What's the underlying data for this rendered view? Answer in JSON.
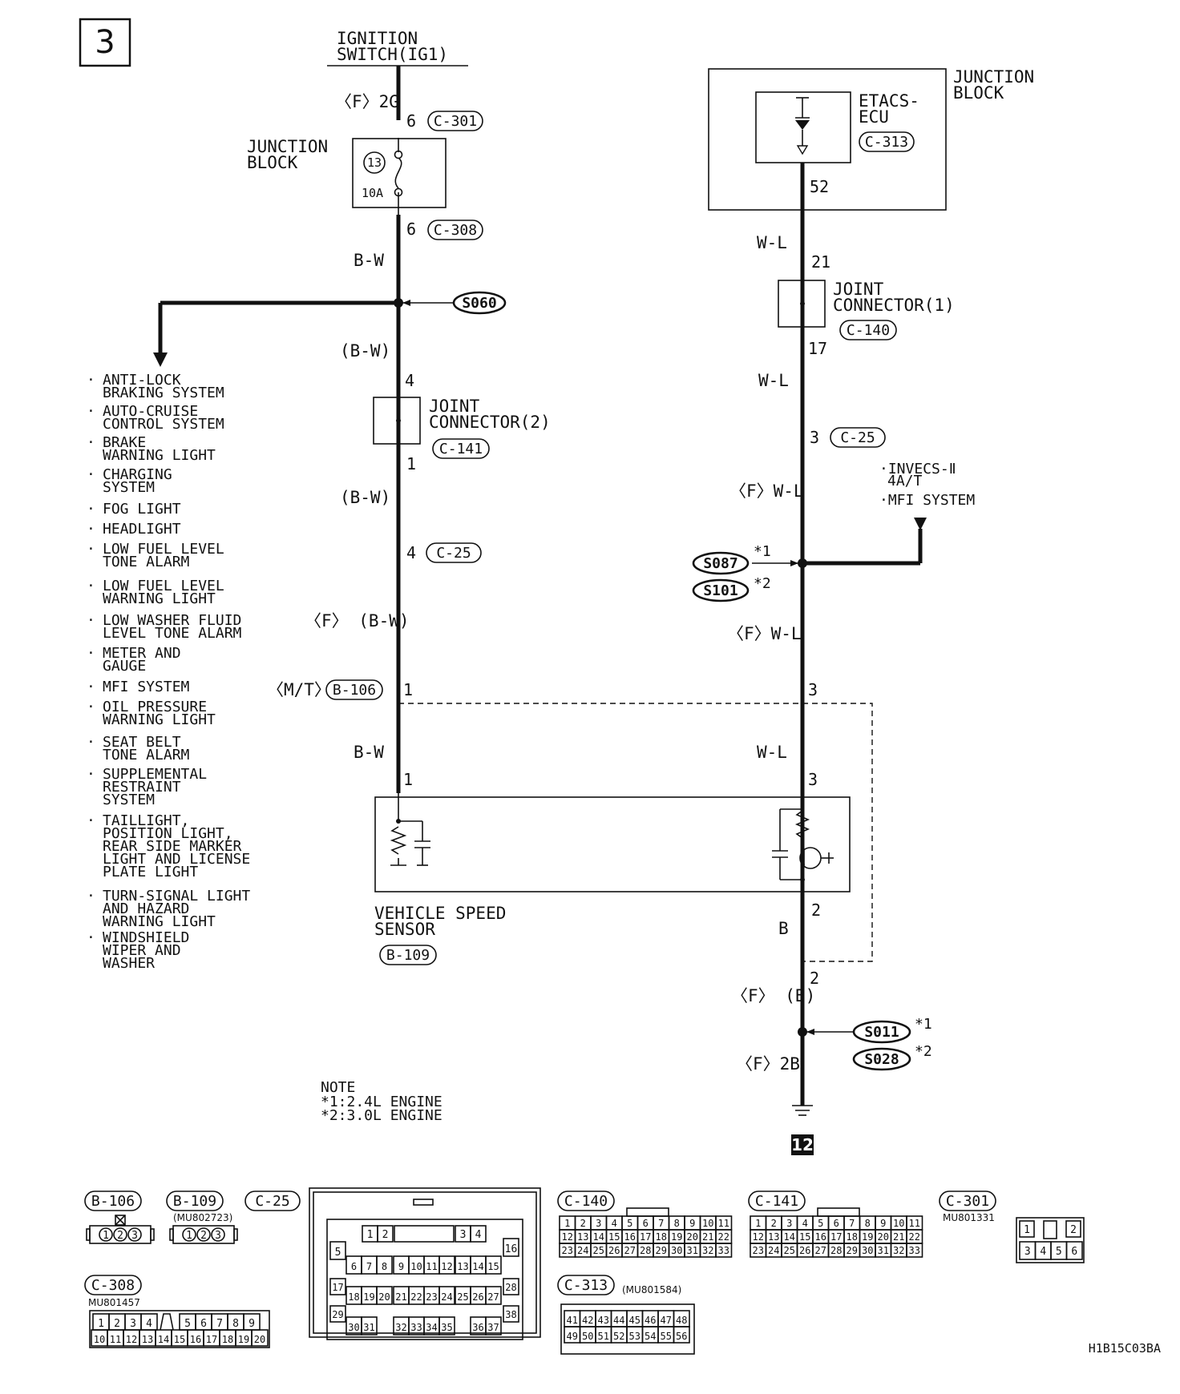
{
  "page_label": "3",
  "ignition_switch": [
    "IGNITION",
    "SWITCH(IG1)"
  ],
  "left_wire": {
    "f_2g": "〈F〉2G",
    "pin_6": "6",
    "conn_c301": "C-301",
    "junction_block": [
      "JUNCTION",
      "BLOCK"
    ],
    "fuse_number": "13",
    "fuse_rating": "10A",
    "pin_6b": "6",
    "conn_c308": "C-308",
    "bw": "B-W",
    "splice_s060": "S060",
    "bw_paren": "(B-W)",
    "pin_4": "4",
    "joint_connector_2": [
      "JOINT",
      "CONNECTOR(2)"
    ],
    "conn_c141": "C-141",
    "pin_1": "1",
    "bw_paren_2": "(B-W)",
    "pin_4b": "4",
    "conn_c25": "C-25",
    "f_bw": "〈F〉 (B-W)",
    "mt": "〈M/T〉",
    "conn_b106": "B-106",
    "pin_1b": "1",
    "bw_2": "B-W",
    "pin_1c": "1"
  },
  "systems_list": [
    [
      "ANTI-LOCK",
      "BRAKING SYSTEM"
    ],
    [
      "AUTO-CRUISE",
      "CONTROL SYSTEM"
    ],
    [
      "BRAKE",
      "WARNING LIGHT"
    ],
    [
      "CHARGING",
      "SYSTEM"
    ],
    [
      "FOG LIGHT"
    ],
    [
      "HEADLIGHT"
    ],
    [
      "LOW FUEL LEVEL",
      "TONE ALARM"
    ],
    [
      "LOW FUEL LEVEL",
      "WARNING LIGHT"
    ],
    [
      "LOW WASHER FLUID",
      "LEVEL TONE ALARM"
    ],
    [
      "METER AND",
      "GAUGE"
    ],
    [
      "MFI SYSTEM"
    ],
    [
      "OIL PRESSURE",
      "WARNING LIGHT"
    ],
    [
      "SEAT BELT",
      "TONE ALARM"
    ],
    [
      "SUPPLEMENTAL",
      "RESTRAINT",
      "SYSTEM"
    ],
    [
      "TAILLIGHT,",
      "POSITION LIGHT,",
      "REAR SIDE MARKER",
      "LIGHT AND LICENSE",
      "PLATE LIGHT"
    ],
    [
      "TURN-SIGNAL LIGHT",
      "AND HAZARD",
      "WARNING LIGHT"
    ],
    [
      "WINDSHIELD",
      "WIPER AND",
      "WASHER"
    ]
  ],
  "right_wire": {
    "junction_block": [
      "JUNCTION",
      "BLOCK"
    ],
    "etacs": [
      "ETACS-",
      "ECU"
    ],
    "conn_c313": "C-313",
    "pin_52": "52",
    "wl": "W-L",
    "pin_21": "21",
    "joint_connector_1": [
      "JOINT",
      "CONNECTOR(1)"
    ],
    "conn_c140": "C-140",
    "pin_17": "17",
    "wl_2": "W-L",
    "pin_3": "3",
    "conn_c25": "C-25",
    "f_wl": "〈F〉W-L",
    "invecs": [
      "·INVECS-Ⅱ",
      "4A/T",
      "·MFI SYSTEM"
    ],
    "splice_s087": "S087",
    "note_1": "*1",
    "splice_s101": "S101",
    "note_2": "*2",
    "f_wl_2": "〈F〉W-L",
    "pin_3b": "3",
    "wl_3": "W-L",
    "pin_3c": "3",
    "pin_2": "2",
    "b": "B",
    "pin_2b": "2",
    "f_b": "〈F〉 (B)",
    "splice_s011": "S011",
    "note_1b": "*1",
    "splice_s028": "S028",
    "note_2b": "*2",
    "f_2b": "〈F〉2B",
    "ground_number": "12"
  },
  "sensor": {
    "name": [
      "VEHICLE SPEED",
      "SENSOR"
    ],
    "conn": "B-109"
  },
  "note": [
    "NOTE",
    "*1:2.4L ENGINE",
    "*2:3.0L ENGINE"
  ],
  "connector_views": {
    "b106": {
      "label": "B-106",
      "pins": [
        "1",
        "2",
        "3"
      ]
    },
    "b109": {
      "label": "B-109",
      "part": "(MU802723)",
      "pins": [
        "1",
        "2",
        "3"
      ]
    },
    "c25": {
      "label": "C-25",
      "rows": [
        [
          "1",
          "2",
          "3",
          "4"
        ],
        [
          "5",
          "16"
        ],
        [
          "6",
          "7",
          "8",
          "9",
          "10",
          "11",
          "12",
          "13",
          "14",
          "15"
        ],
        [
          "17",
          "28"
        ],
        [
          "18",
          "19",
          "20",
          "21",
          "22",
          "23",
          "24",
          "25",
          "26",
          "27"
        ],
        [
          "29",
          "38"
        ],
        [
          "30",
          "31",
          "32",
          "33",
          "34",
          "35",
          "36",
          "37"
        ]
      ]
    },
    "c140": {
      "label": "C-140",
      "rows": [
        [
          "1",
          "2",
          "3",
          "4",
          "5",
          "6",
          "7",
          "8",
          "9",
          "10",
          "11"
        ],
        [
          "12",
          "13",
          "14",
          "15",
          "16",
          "17",
          "18",
          "19",
          "20",
          "21",
          "22"
        ],
        [
          "23",
          "24",
          "25",
          "26",
          "27",
          "28",
          "29",
          "30",
          "31",
          "32",
          "33"
        ]
      ]
    },
    "c141": {
      "label": "C-141",
      "rows": [
        [
          "1",
          "2",
          "3",
          "4",
          "5",
          "6",
          "7",
          "8",
          "9",
          "10",
          "11"
        ],
        [
          "12",
          "13",
          "14",
          "15",
          "16",
          "17",
          "18",
          "19",
          "20",
          "21",
          "22"
        ],
        [
          "23",
          "24",
          "25",
          "26",
          "27",
          "28",
          "29",
          "30",
          "31",
          "32",
          "33"
        ]
      ]
    },
    "c301": {
      "label": "C-301",
      "part": "MU801331",
      "rows": [
        [
          "1",
          "2"
        ],
        [
          "3",
          "4",
          "5",
          "6"
        ]
      ]
    },
    "c308": {
      "label": "C-308",
      "part": "MU801457",
      "rows": [
        [
          "1",
          "2",
          "3",
          "4",
          "5",
          "6",
          "7",
          "8",
          "9"
        ],
        [
          "10",
          "11",
          "12",
          "13",
          "14",
          "15",
          "16",
          "17",
          "18",
          "19",
          "20"
        ]
      ]
    },
    "c313": {
      "label": "C-313",
      "part": "(MU801584)",
      "rows": [
        [
          "41",
          "42",
          "43",
          "44",
          "45",
          "46",
          "47",
          "48"
        ],
        [
          "49",
          "50",
          "51",
          "52",
          "53",
          "54",
          "55",
          "56"
        ]
      ]
    }
  },
  "figure_code": "H1B15C03BA"
}
